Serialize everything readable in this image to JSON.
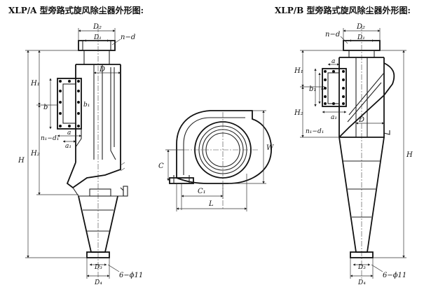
{
  "titles": {
    "a": "XLP/A 型旁路式旋风除尘器外形图:",
    "b": "XLP/B 型旁路式旋风除尘器外形图:"
  },
  "labels": {
    "D2": "D₂",
    "D1": "D₁",
    "nd": "n−d",
    "D": "D",
    "H1": "H₁",
    "H2": "H₂",
    "H": "H",
    "b": "b",
    "b1": "b₁",
    "a": "a",
    "a1": "a₁",
    "n1d1": "n₁−d₁",
    "D3": "D₃",
    "D4": "D₄",
    "holes": "6−ϕ11",
    "C": "C",
    "C1": "C₁",
    "L": "L",
    "W": "W"
  }
}
